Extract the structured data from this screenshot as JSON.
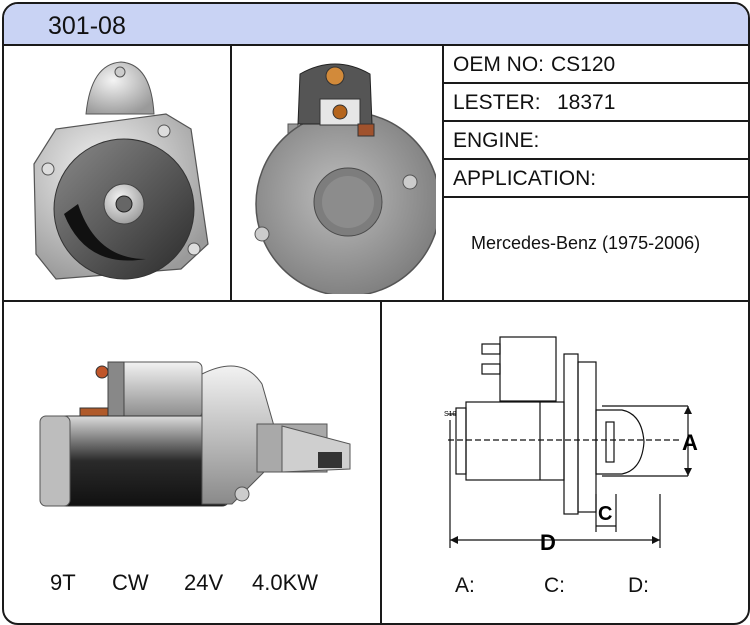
{
  "part_number": "301-08",
  "oem_label": "OEM NO:",
  "oem_value": "CS120",
  "lester_label": "LESTER:",
  "lester_value": "18371",
  "engine_label": "ENGINE:",
  "application_label": "APPLICATION:",
  "application_text": "Mercedes-Benz (1975-2006)",
  "specs": {
    "teeth": "9T",
    "rotation": "CW",
    "voltage": "24V",
    "power": "4.0KW"
  },
  "diagram": {
    "label_a": "A",
    "label_c": "C",
    "label_d": "D",
    "label_terminal": "S10"
  },
  "dimensions": {
    "a_label": "A:",
    "c_label": "C:",
    "d_label": "D:"
  },
  "colors": {
    "header_bg": "#c9d3f4",
    "border": "#1a1a1a"
  }
}
